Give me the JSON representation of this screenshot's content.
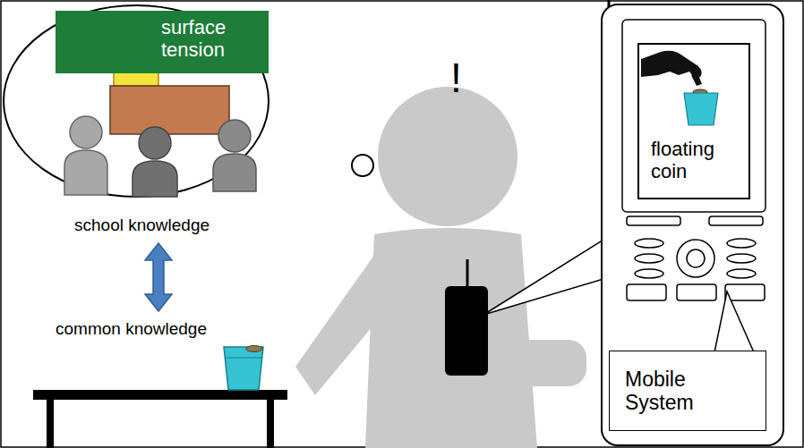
{
  "diagram": {
    "nodes": [
      {
        "text": [
          "surface tension"
        ]
      },
      {
        "text": [
          "floating coin"
        ]
      },
      {
        "text": [
          "Mobile System"
        ]
      }
    ],
    "labels": [
      "!",
      "school knowledge",
      "common knowledge"
    ]
  }
}
